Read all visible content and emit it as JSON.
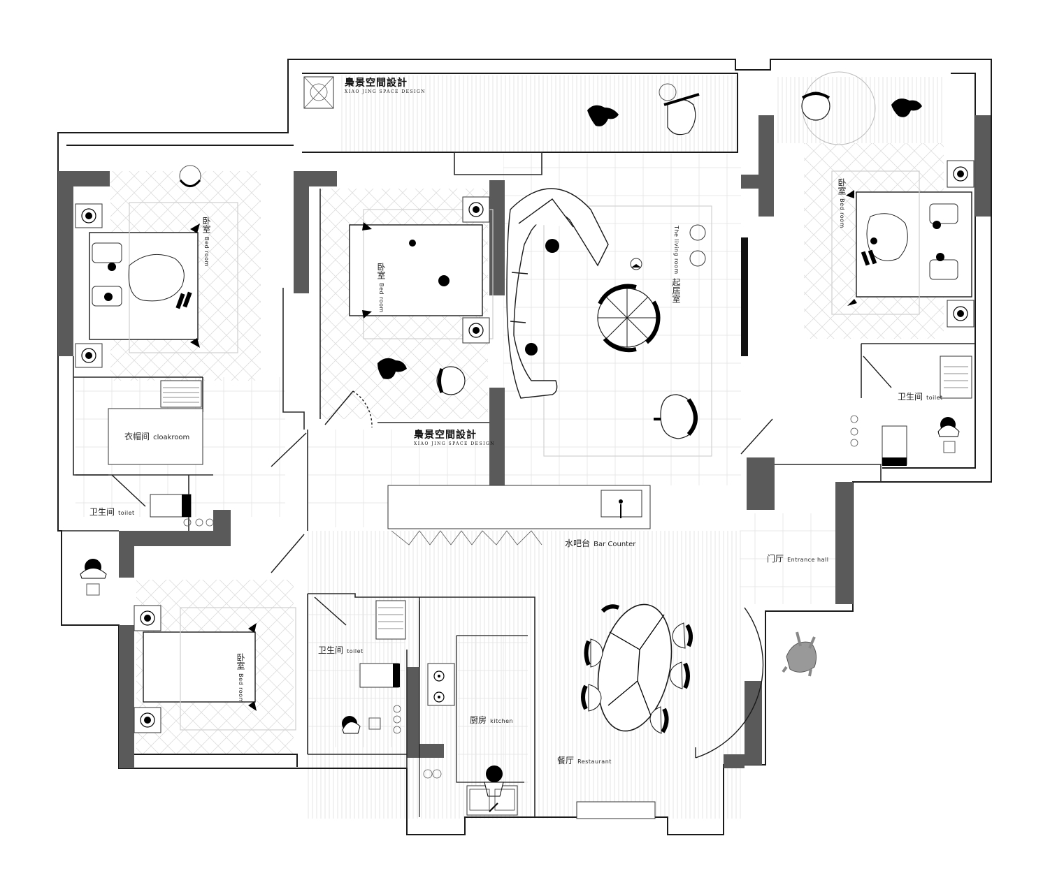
{
  "branding": {
    "name": "梟景空間設計",
    "subtitle": "XIAO JING SPACE DESIGN"
  },
  "rooms": {
    "bedroom_tl": {
      "zh": "卧室",
      "en": "Bed room"
    },
    "bedroom_center": {
      "zh": "卧室",
      "en": "Bed room"
    },
    "bedroom_right": {
      "zh": "卧室",
      "en": "Bed room"
    },
    "bedroom_bl": {
      "zh": "卧室",
      "en": "Bed room"
    },
    "living_room": {
      "zh": "起居室",
      "en": "The living room"
    },
    "cloakroom": {
      "zh": "衣帽间",
      "en": "cloakroom"
    },
    "toilet_left": {
      "zh": "卫生间",
      "en": "toilet"
    },
    "toilet_center": {
      "zh": "卫生间",
      "en": "toilet"
    },
    "toilet_right": {
      "zh": "卫生间",
      "en": "toilet"
    },
    "bar_counter": {
      "zh": "水吧台",
      "en": "Bar Counter"
    },
    "entrance_hall": {
      "zh": "门厅",
      "en": "Entrance hall"
    },
    "kitchen": {
      "zh": "厨房",
      "en": "kitchen"
    },
    "restaurant": {
      "zh": "餐厅",
      "en": "Restaurant"
    }
  },
  "colors": {
    "wall": "#5a5a5a",
    "outline": "#1a1a1a",
    "hatch": "#d6d6d6",
    "furniture": "#000000"
  }
}
